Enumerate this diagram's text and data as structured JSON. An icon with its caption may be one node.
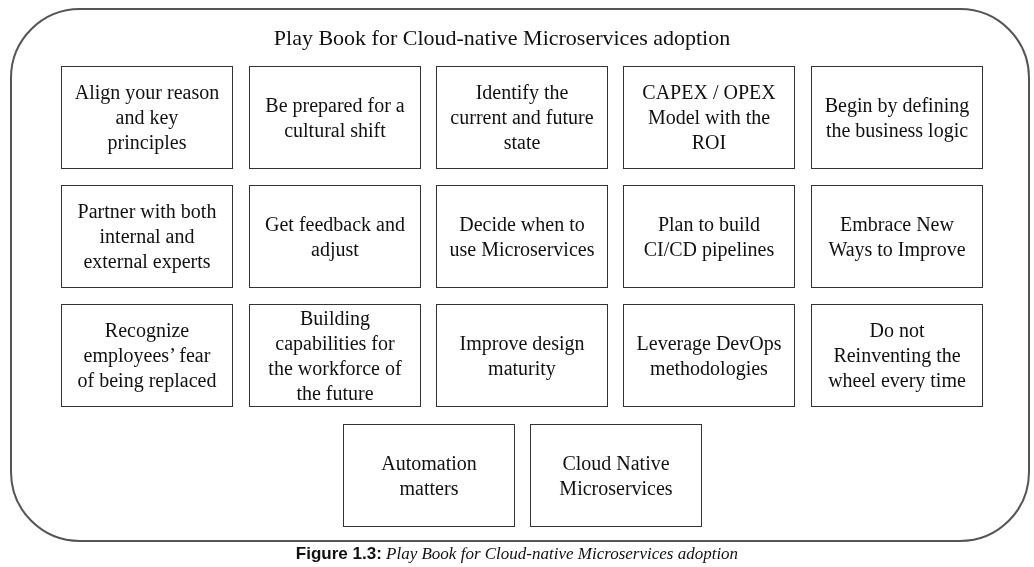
{
  "diagram": {
    "caption": "**Figure 1.3:** *Play Book for Cloud-native Microservices adoption*",
    "nodes": [
      {
        "text": [
          "Play Book for Cloud-native Microservices adoption"
        ]
      },
      {
        "text": [
          "Align your reason and key principles"
        ],
        "in": 0
      },
      {
        "text": [
          "Be prepared for a cultural shift"
        ],
        "in": 0
      },
      {
        "text": [
          "Identify the current and future state"
        ],
        "in": 0
      },
      {
        "text": [
          "CAPEX / OPEX Model with the ROI"
        ],
        "in": 0
      },
      {
        "text": [
          "Begin by defining the business logic"
        ],
        "in": 0
      },
      {
        "text": [
          "Partner with both internal and external experts"
        ],
        "in": 0
      },
      {
        "text": [
          "Get feedback and adjust"
        ],
        "in": 0
      },
      {
        "text": [
          "Decide when to use Microservices"
        ],
        "in": 0
      },
      {
        "text": [
          "Plan to build CI/CD pipelines"
        ],
        "in": 0
      },
      {
        "text": [
          "Embrace New Ways to Improve"
        ],
        "in": 0
      },
      {
        "text": [
          "Recognize employees’ fear of being replaced"
        ],
        "in": 0
      },
      {
        "text": [
          "Building capabilities for the workforce of the future"
        ],
        "in": 0
      },
      {
        "text": [
          "Improve design maturity"
        ],
        "in": 0
      },
      {
        "text": [
          "Leverage DevOps methodologies"
        ],
        "in": 0
      },
      {
        "text": [
          "Do not Reinventing the wheel every time"
        ],
        "in": 0
      },
      {
        "text": [
          "Automation matters"
        ],
        "in": 0
      },
      {
        "text": [
          "Cloud Native Microservices"
        ],
        "in": 0
      }
    ]
  }
}
